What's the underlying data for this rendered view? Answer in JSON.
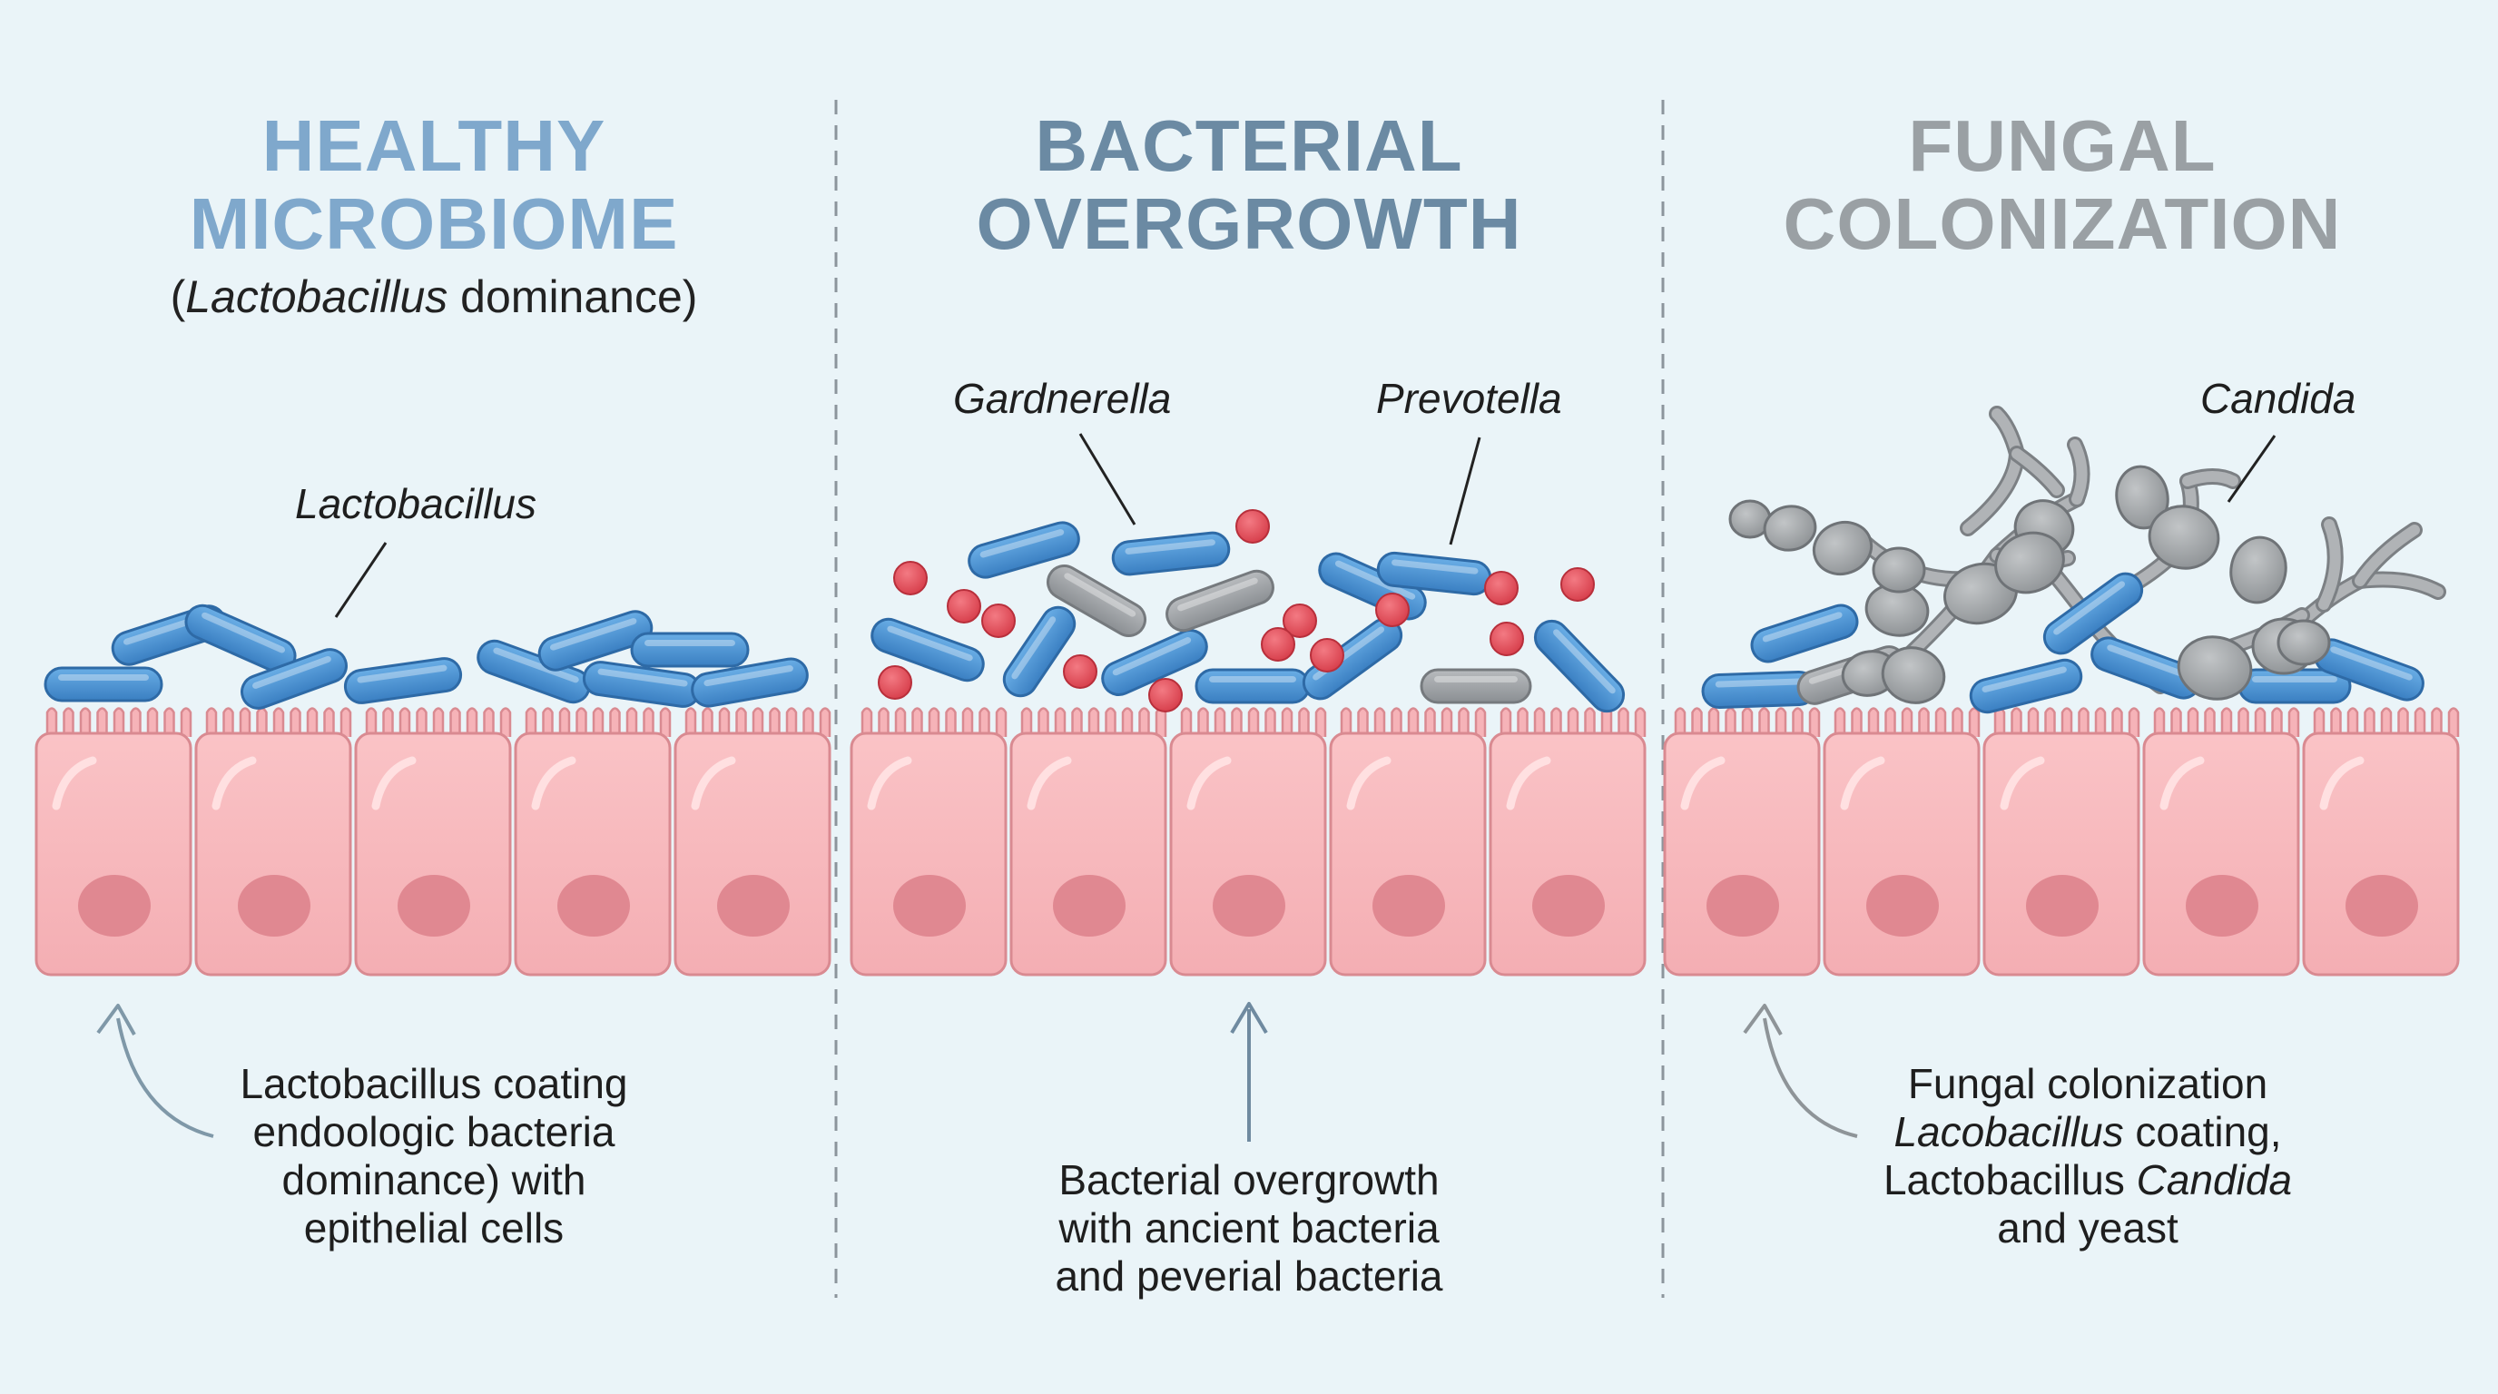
{
  "colors": {
    "background": "#eaf4f8",
    "healthy_title": "#7fa8cc",
    "bacterial_title": "#6b8aa3",
    "fungal_title": "#9aa0a4",
    "cell_fill": "#f8b9bd",
    "cell_stroke": "#d98a91",
    "nucleus": "#de838d",
    "lactobacillus": "#4a90d0",
    "gardnerella_rod": "#9ea1a4",
    "coccus": "#e04a55",
    "candida": "#a8abad",
    "divider": "#8c959c"
  },
  "panels": {
    "healthy": {
      "title_line1": "HEALTHY",
      "title_line2": "MICROBIOME",
      "subtitle_pre": "(",
      "subtitle_italic": "Lactobacillus",
      "subtitle_post": " dominance)",
      "label_lactobacillus": "Lactobacillus",
      "caption_line1": "Lactobacillus coating",
      "caption_line2": "endoologic bacteria",
      "caption_line3": "dominance) with",
      "caption_line4": "epithelial cells"
    },
    "bacterial": {
      "title_line1": "BACTERIAL",
      "title_line2": "OVERGROWTH",
      "label_gardnerella": "Gardnerella",
      "label_prevotella": "Prevotella",
      "caption_line1": "Bacterial overgrowth",
      "caption_line2": "with ancient bacteria",
      "caption_line3": "and peverial bacteria"
    },
    "fungal": {
      "title_line1": "FUNGAL",
      "title_line2": "COLONIZATION",
      "label_candida": "Candida",
      "caption_line1": "Fungal colonization",
      "caption_line2_italic": "Lacobacillus",
      "caption_line2_rest": " coating,",
      "caption_line3_plain": "Lactobacillus ",
      "caption_line3_italic": "Candida",
      "caption_line4": "and yeast"
    }
  }
}
